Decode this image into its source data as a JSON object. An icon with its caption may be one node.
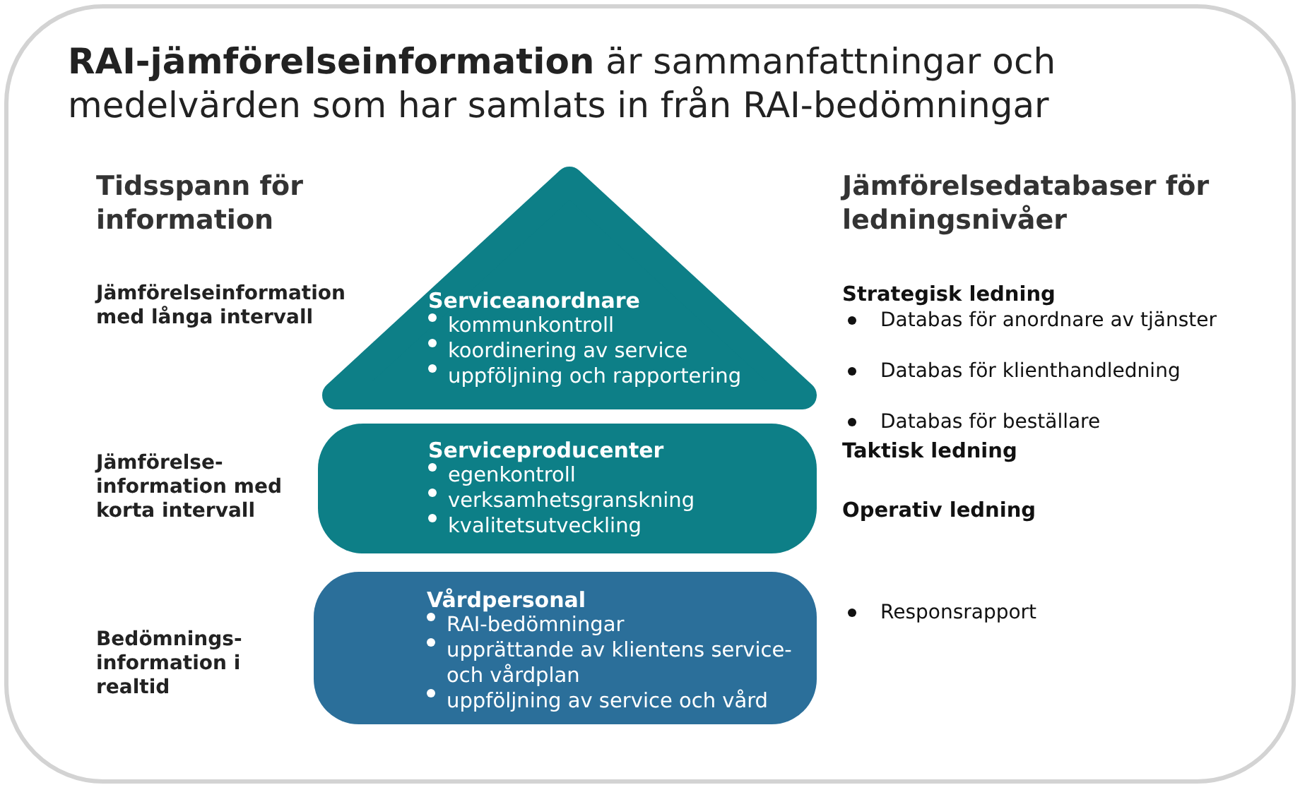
{
  "diagram": {
    "title": "**RAI-jämförelseinformation** är sammanfattningar och medelvärden som har samlats in från RAI-bedömningar",
    "nodes": [
      {
        "text": [
          "Serviceanordnare",
          "kommunkontroll",
          "koordinering av service",
          "uppföljning och rapportering"
        ],
        "beside": [
          "Jämförelseinformation med långa intervall"
        ]
      },
      {
        "text": [
          "Serviceproducenter",
          "egenkontroll",
          "verksamhetsgranskning",
          "kvalitetsutveckling"
        ],
        "beside": [
          "Jämförelse- information med korta intervall"
        ]
      },
      {
        "text": [
          "Vårdpersonal",
          "RAI-bedömningar",
          "upprättande av klientens service- och vårdplan",
          "uppföljning av service och vård"
        ],
        "beside": [
          "Bedömnings- information i realtid"
        ]
      }
    ],
    "labels": [
      "Tidsspann för information",
      "Jämförelsedatabaser för ledningsnivåer",
      "Strategisk ledning",
      "Databas för anordnare av tjänster",
      "Databas för klienthandledning",
      "Databas för beställare",
      "Taktisk ledning",
      "Operativ ledning",
      "Responsrapport"
    ]
  }
}
